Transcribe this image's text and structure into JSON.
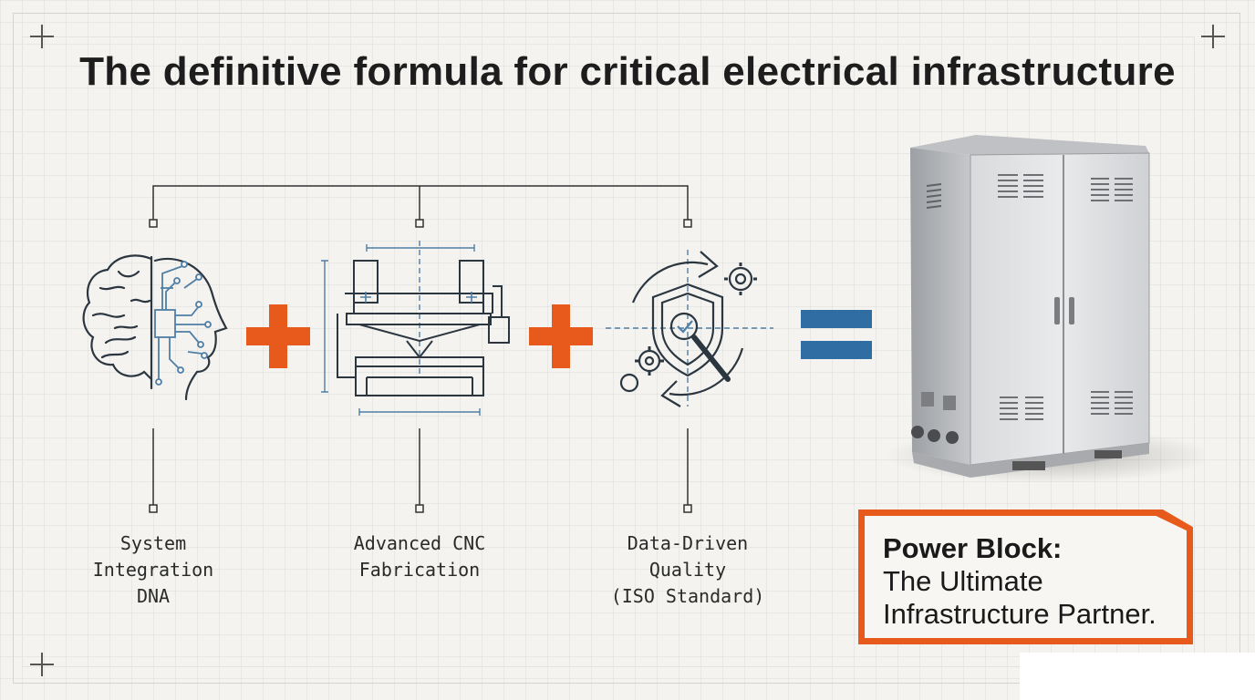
{
  "title": "The definitive formula for critical electrical infrastructure",
  "components": [
    {
      "icon": "brain-circuit-icon",
      "label_lines": [
        "System",
        "Integration",
        "DNA"
      ]
    },
    {
      "icon": "cnc-press-brake-icon",
      "label_lines": [
        "Advanced CNC",
        "Fabrication"
      ]
    },
    {
      "icon": "quality-shield-gear-icon",
      "label_lines": [
        "Data-Driven",
        "Quality",
        "(ISO Standard)"
      ]
    }
  ],
  "operators": [
    "plus-icon",
    "plus-icon",
    "equals-icon"
  ],
  "result": {
    "title": "Power Block:",
    "subtitle_lines": [
      "The Ultimate",
      "Infrastructure Partner."
    ],
    "image": "electrical-enclosure-cabinet"
  },
  "colors": {
    "accent_orange": "#e85a1c",
    "equals_blue": "#2f6da3",
    "line_art": "#3d4a56",
    "circuit_blue": "#4f7ea6"
  }
}
